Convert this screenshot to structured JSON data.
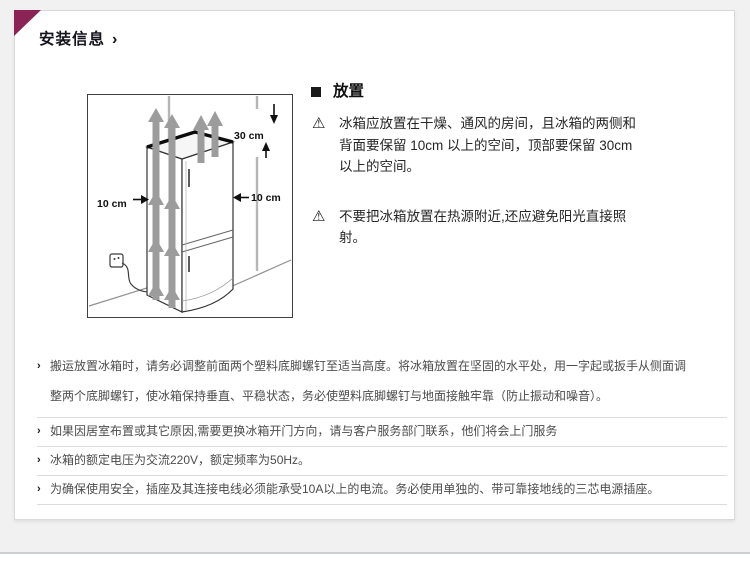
{
  "colors": {
    "accent": "#8a2456",
    "divider": "#dcdcdc"
  },
  "page": {
    "title": "安装信息",
    "title_arrow_icon": "›"
  },
  "diagram": {
    "top_clearance": "30 cm",
    "left_clearance": "10 cm",
    "right_clearance": "10 cm"
  },
  "placement": {
    "heading": "放置",
    "warning_icon": "⚠",
    "warnings": [
      {
        "text": "冰箱应放置在干燥、通风的房间，且冰箱的两侧和\n背面要保留 10cm 以上的空间，顶部要保留 30cm\n以上的空间。"
      },
      {
        "text": "不要把冰箱放置在热源附近,还应避免阳光直接照\n射。"
      }
    ]
  },
  "notes": {
    "bullet_icon": "›",
    "items": [
      "搬运放置冰箱时，请务必调整前面两个塑料底脚螺钉至适当高度。将冰箱放置在坚固的水平处，用一字起或扳手从侧面调\n整两个底脚螺钉，使冰箱保持垂直、平稳状态，务必使塑料底脚螺钉与地面接触牢靠（防止振动和噪音）。",
      "如果因居室布置或其它原因,需要更换冰箱开门方向，请与客户服务部门联系，他们将会上门服务",
      "冰箱的额定电压为交流220V，额定频率为50Hz。",
      "为确保使用安全，插座及其连接电线必须能承受10A以上的电流。务必使用单独的、带可靠接地线的三芯电源插座。"
    ]
  }
}
